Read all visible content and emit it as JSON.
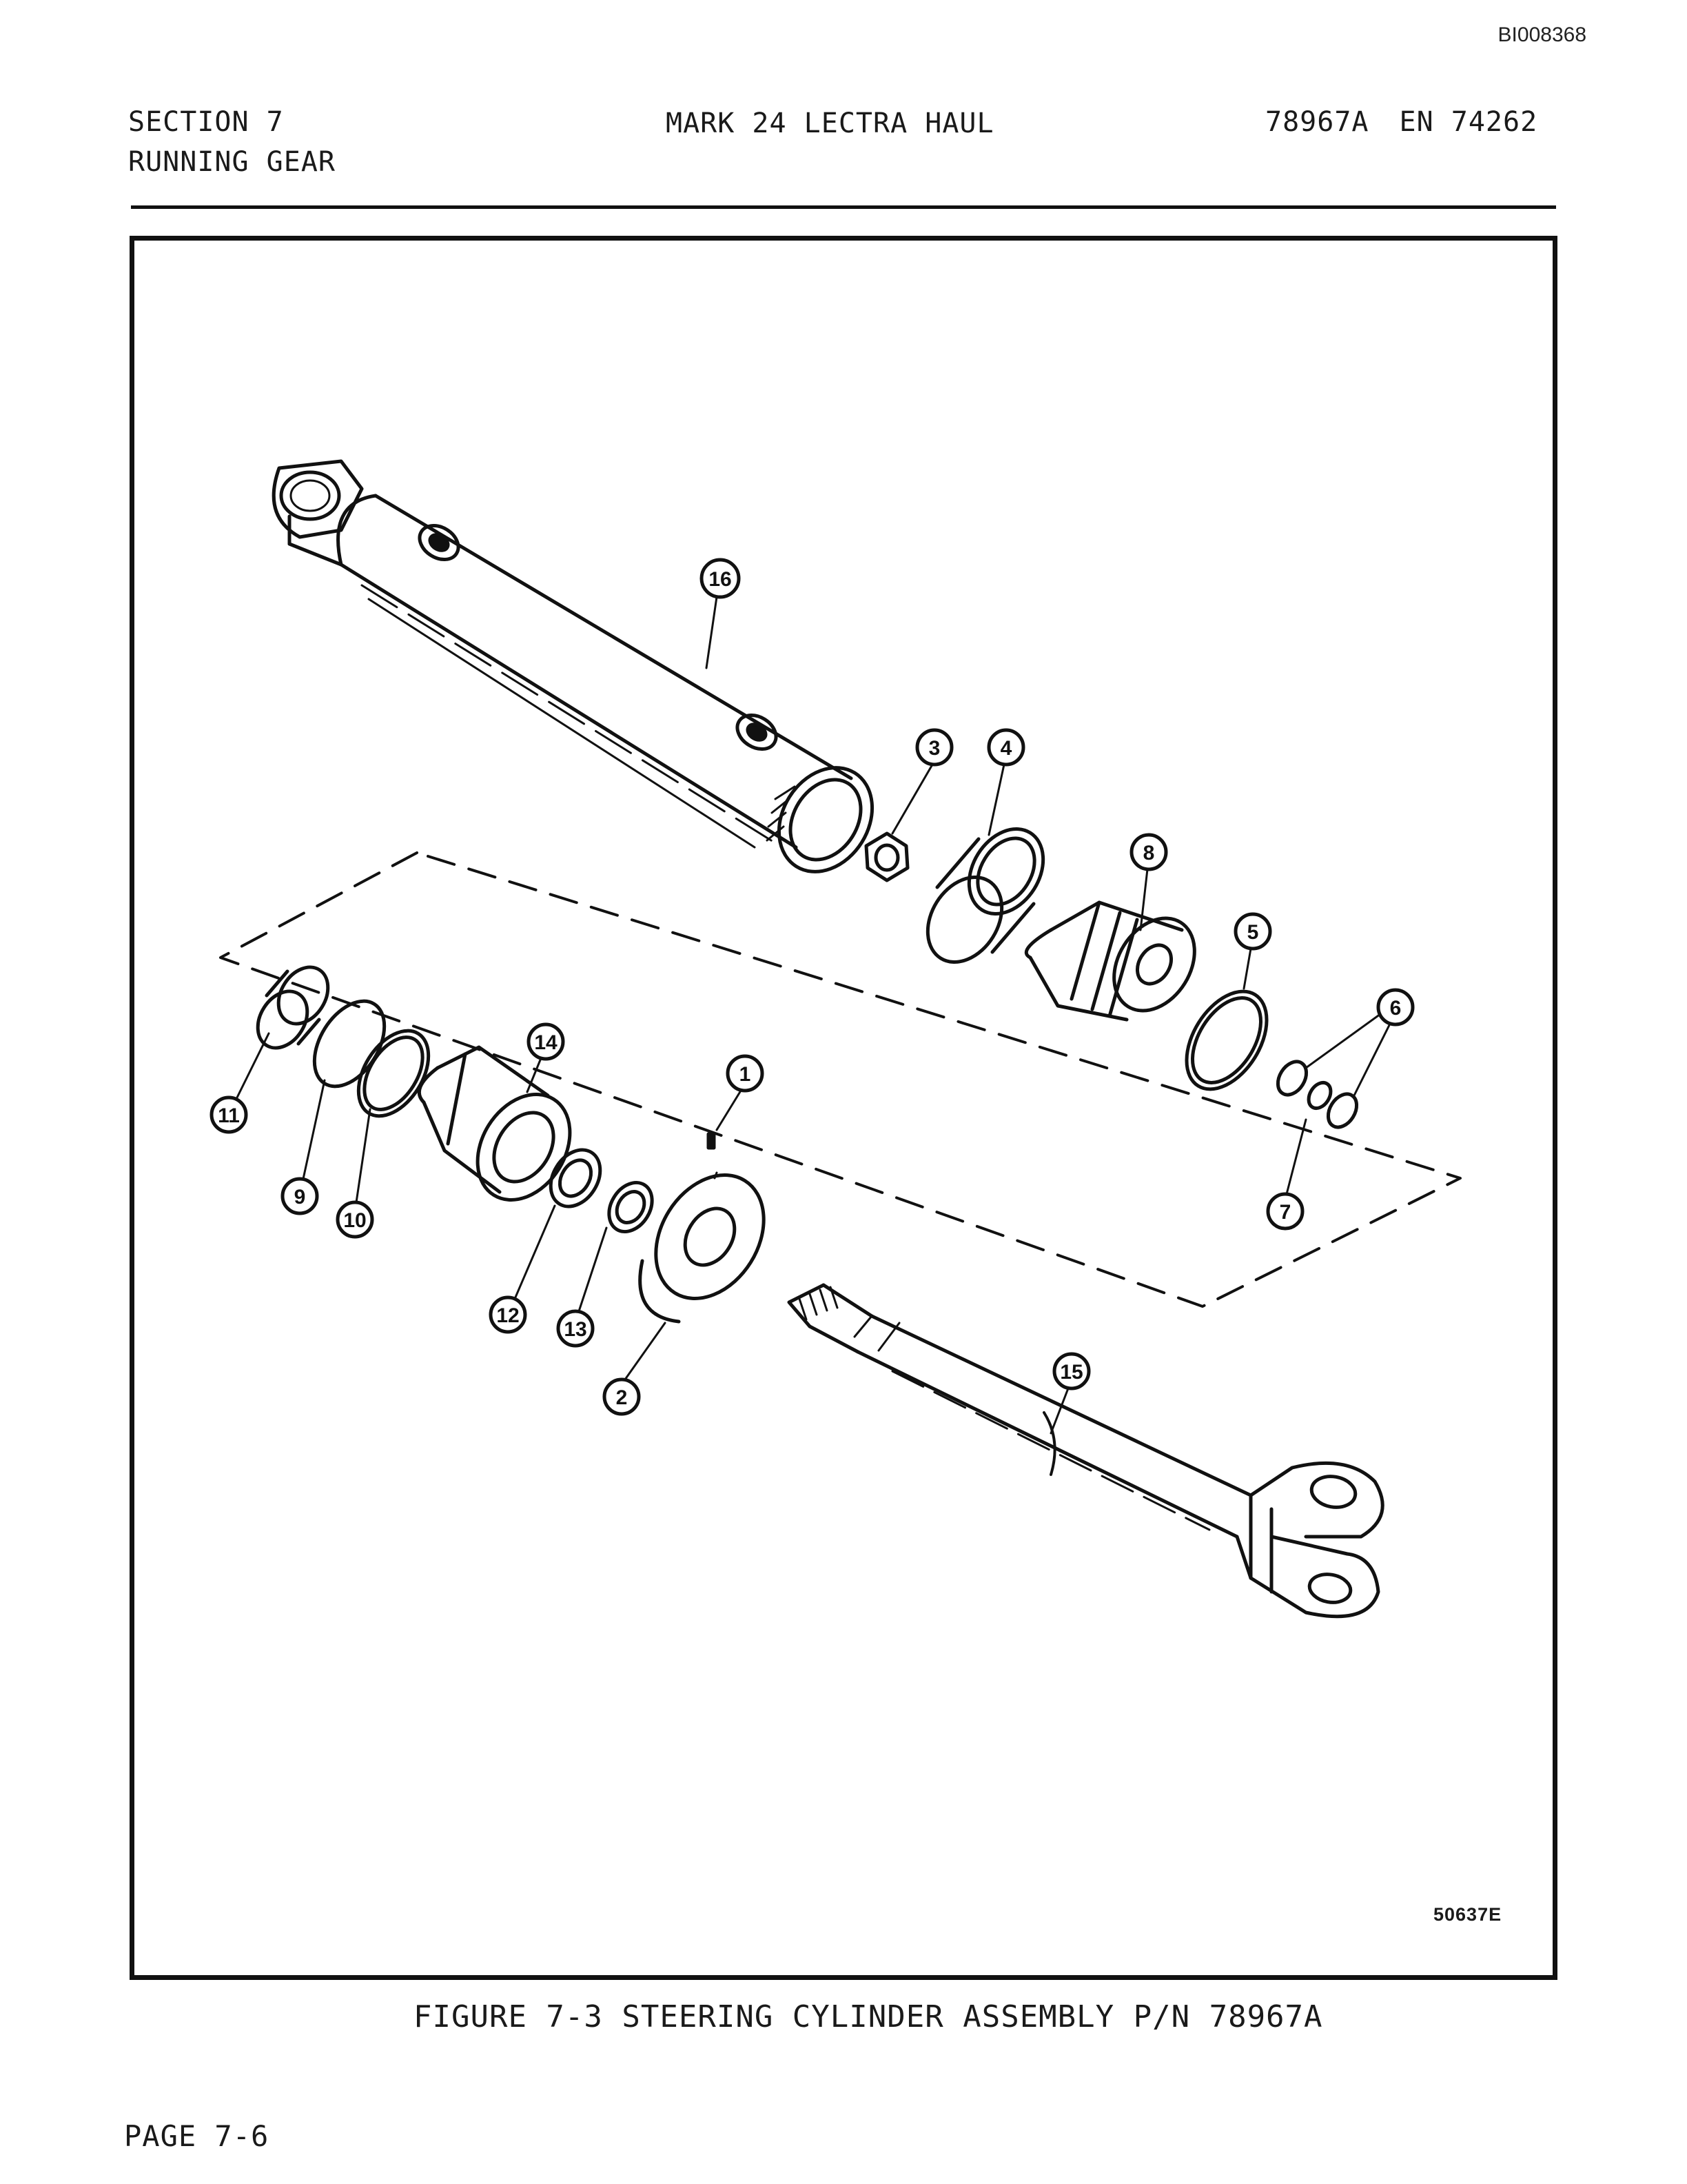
{
  "document_id": "BI008368",
  "header": {
    "section_line1": "SECTION 7",
    "section_line2": "RUNNING GEAR",
    "title": "MARK 24 LECTRA HAUL",
    "part_number": "78967A",
    "engineering_notice": "EN 74262"
  },
  "figure": {
    "drawing_code": "50637E",
    "caption": "FIGURE 7-3  STEERING CYLINDER ASSEMBLY P/N 78967A",
    "callouts": [
      "1",
      "2",
      "3",
      "4",
      "5",
      "6",
      "7",
      "8",
      "9",
      "10",
      "11",
      "12",
      "13",
      "14",
      "15",
      "16"
    ]
  },
  "footer": {
    "page": "PAGE 7-6"
  }
}
